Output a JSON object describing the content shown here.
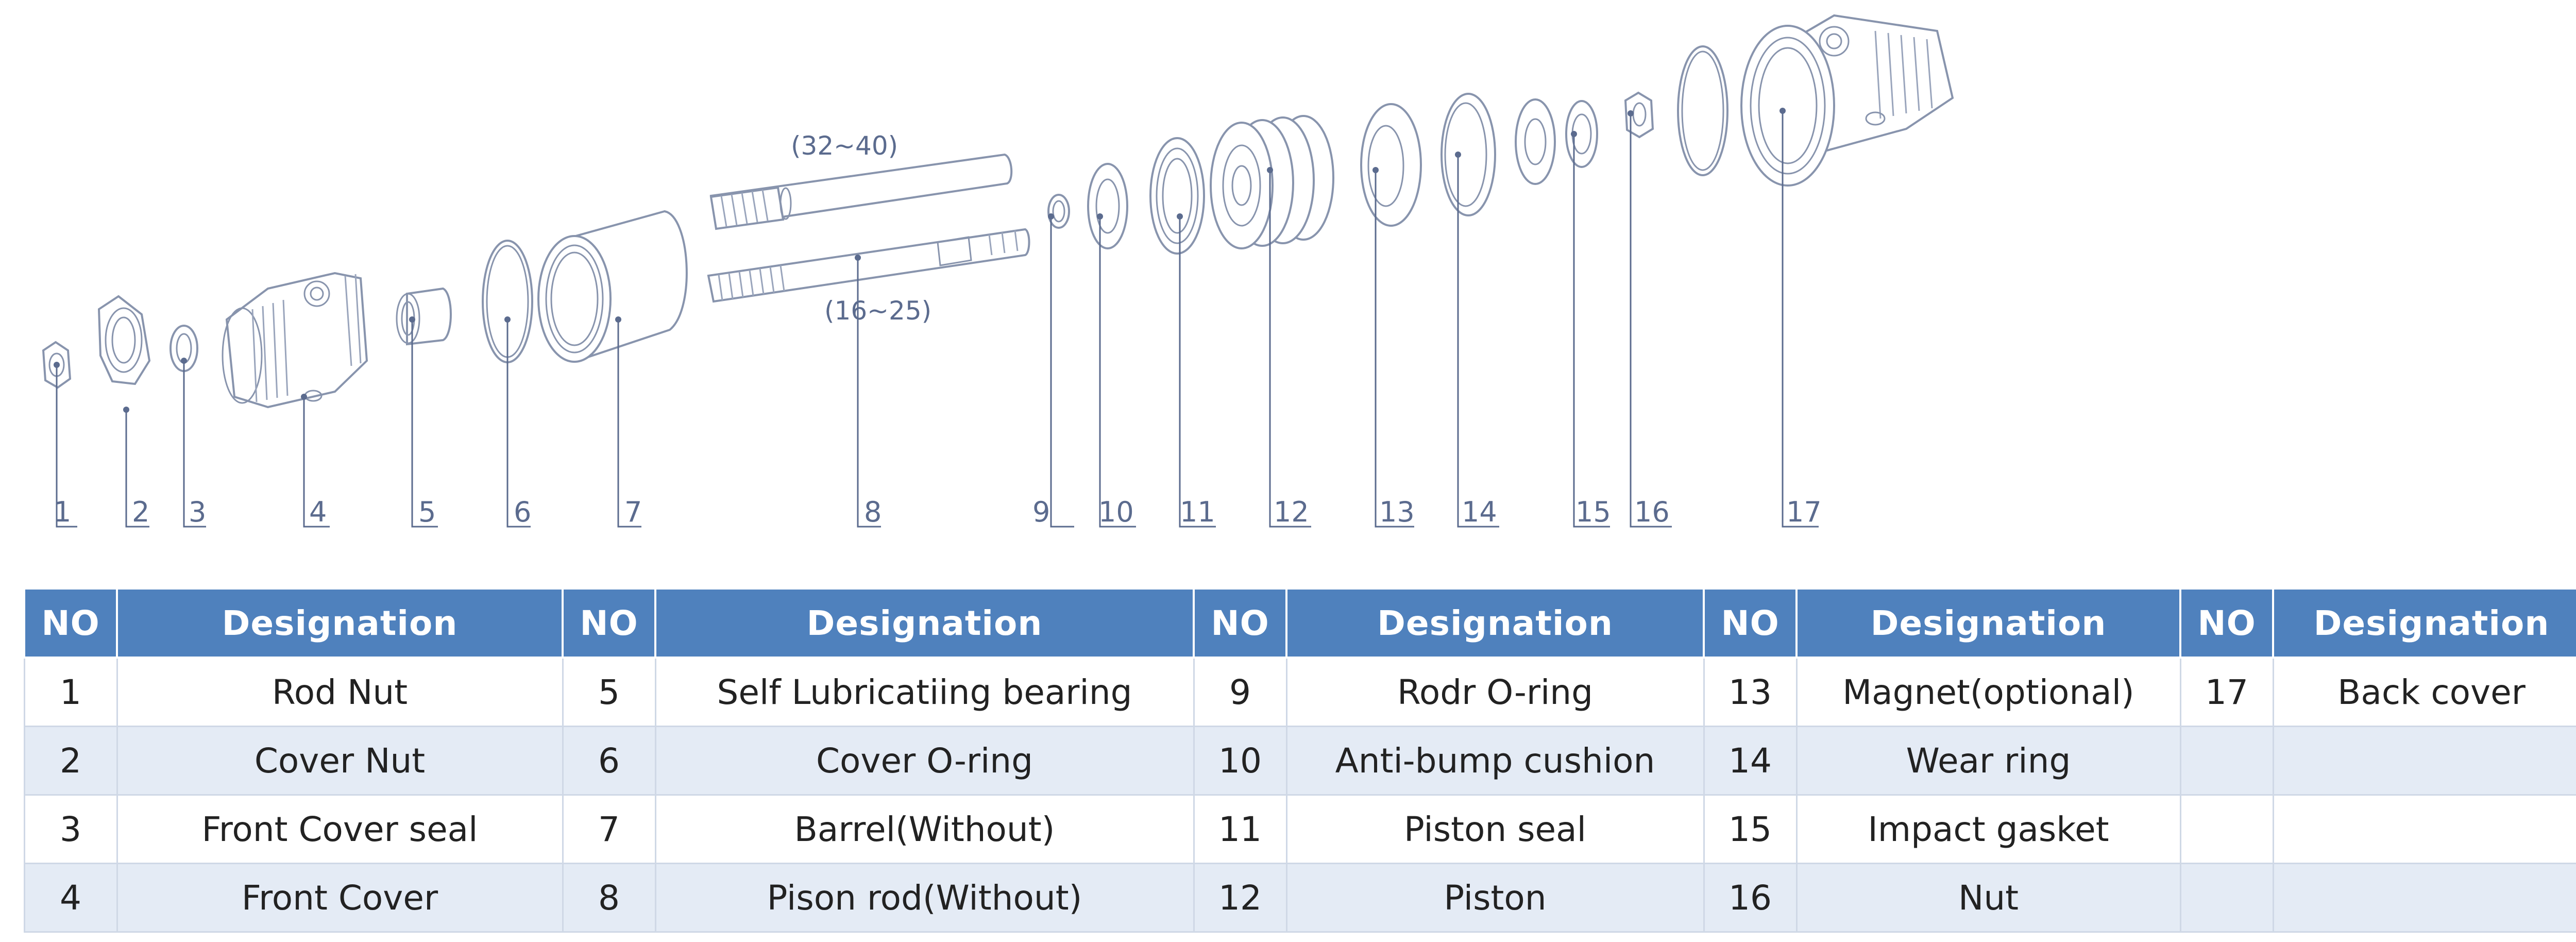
{
  "diagram": {
    "part_numbers": [
      "1",
      "2",
      "3",
      "4",
      "5",
      "6",
      "7",
      "8",
      "9",
      "10",
      "11",
      "12",
      "13",
      "14",
      "15",
      "16",
      "17"
    ],
    "rod_sizes": {
      "upper": "(32~40)",
      "lower": "(16~25)"
    }
  },
  "table": {
    "headers": [
      "NO",
      "Designation",
      "NO",
      "Designation",
      "NO",
      "Designation",
      "NO",
      "Designation",
      "NO",
      "Designation"
    ],
    "rows": [
      [
        "1",
        "Rod Nut",
        "5",
        "Self Lubricatiing bearing",
        "9",
        "Rodr O-ring",
        "13",
        "Magnet(optional)",
        "17",
        "Back cover"
      ],
      [
        "2",
        "Cover Nut",
        "6",
        "Cover O-ring",
        "10",
        "Anti-bump cushion",
        "14",
        "Wear ring",
        "",
        ""
      ],
      [
        "3",
        "Front Cover seal",
        "7",
        "Barrel(Without)",
        "11",
        "Piston seal",
        "15",
        "Impact gasket",
        "",
        ""
      ],
      [
        "4",
        "Front Cover",
        "8",
        "Pison rod(Without)",
        "12",
        "Piston",
        "16",
        "Nut",
        "",
        ""
      ]
    ]
  },
  "colors": {
    "header_bg": "#4f81bd",
    "alt_row_bg": "#e4ebf5",
    "line_color": "#5b6b8e"
  }
}
